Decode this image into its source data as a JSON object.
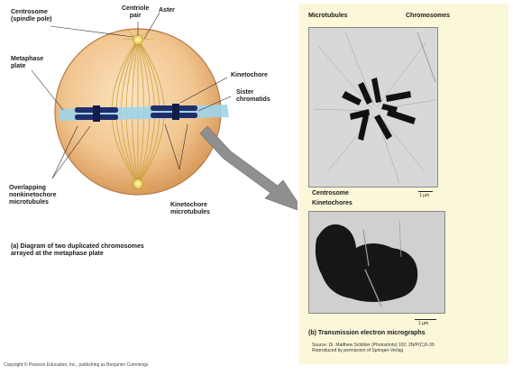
{
  "figure": {
    "labels": {
      "centrosome": "Centrosome\n(spindle pole)",
      "centriole_pair": "Centriole\npair",
      "aster": "Aster",
      "metaphase_plate": "Metaphase\nplate",
      "kinetochore": "Kinetochore",
      "sister_chromatids": "Sister\nchromatids",
      "overlapping": "Overlapping\nnonkinetochore\nmicrotubules",
      "kinetochore_microtubules": "Kinetochore\nmicrotubules"
    },
    "caption_a": "(a) Diagram of two duplicated chromosomes\narrayed at the metaphase plate",
    "micrograph": {
      "microtubules": "Microtubules",
      "chromosomes": "Chromosomes",
      "scale_1": "1 μm",
      "centrosome": "Centrosome",
      "kinetochores": "Kinetochores",
      "scale_2": "1 μm"
    },
    "caption_b": "(b) Transmission electron micrographs",
    "credit_b": "Source: Dr. Matthew Schibler (Photoshots) 102, 2N/P(C)X-39\nReproduced by permission of Springer-Verlag",
    "copyright": "Copyright © Pearson Education, Inc., publishing as Benjamin Cummings"
  }
}
